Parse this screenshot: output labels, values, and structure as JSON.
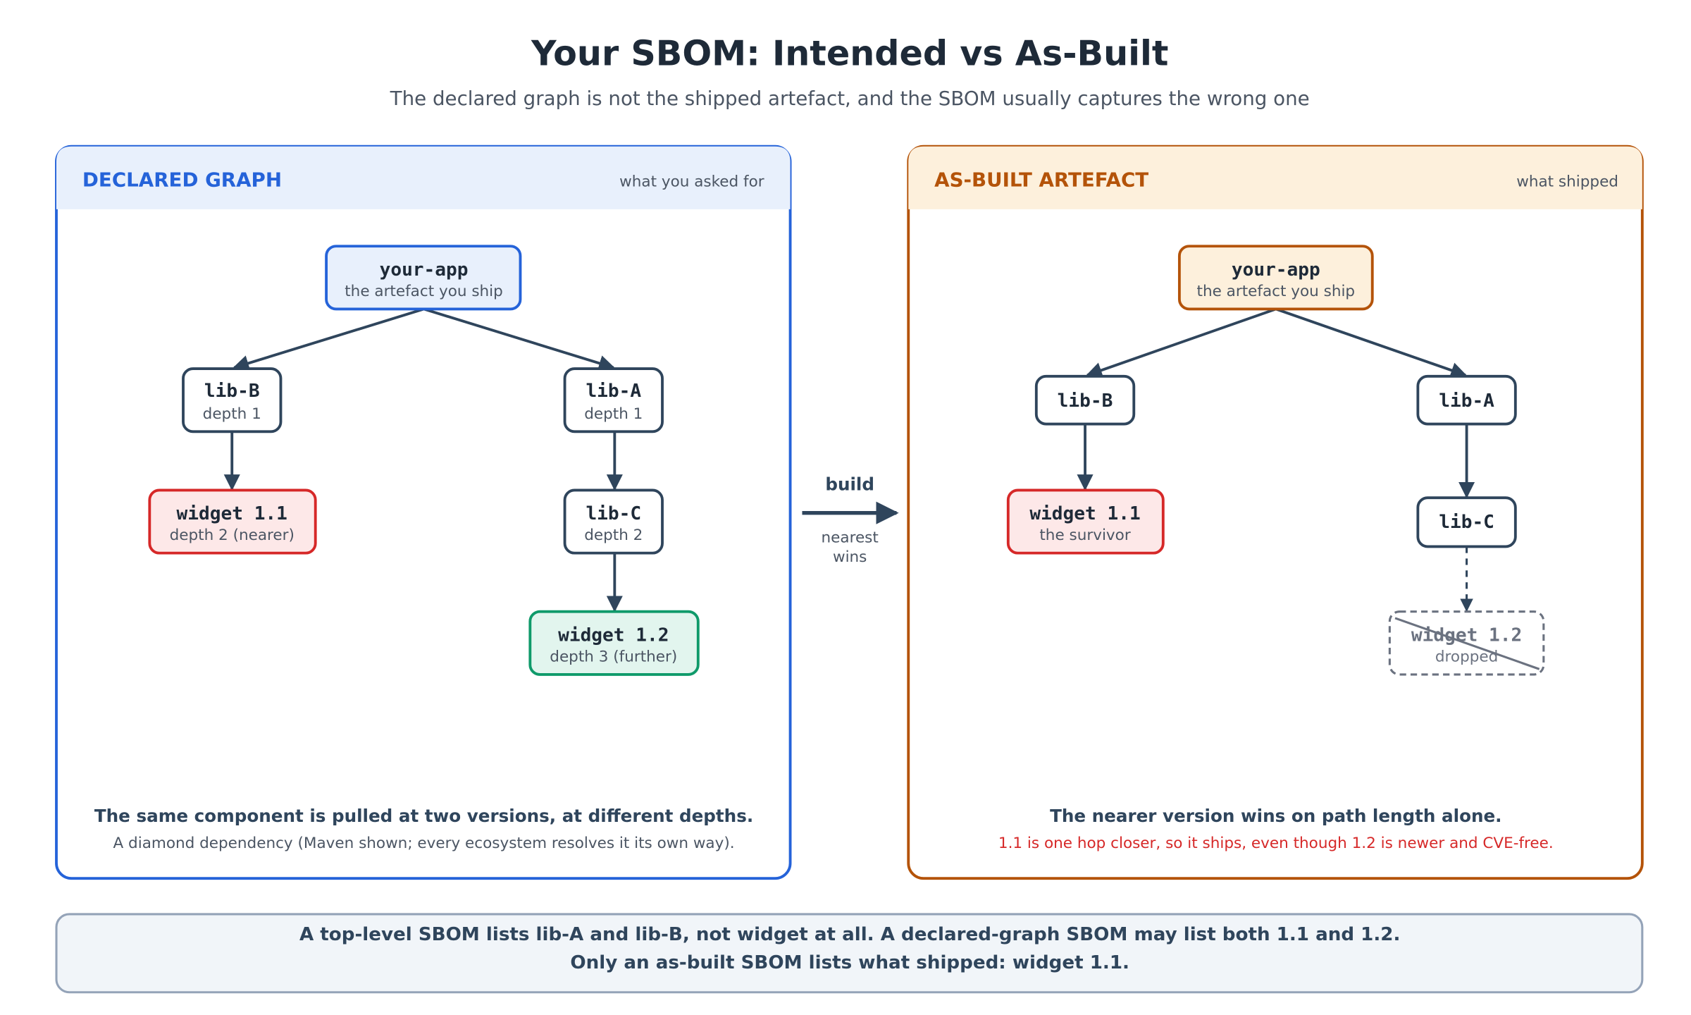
{
  "title": "Your SBOM: Intended vs As-Built",
  "subtitle": "The declared graph is not the shipped artefact, and the SBOM usually captures the wrong one",
  "left": {
    "heading": "DECLARED GRAPH",
    "tag": "what you asked for",
    "nodes": {
      "app": {
        "name": "your-app",
        "sub": "the artefact you ship"
      },
      "libB": {
        "name": "lib-B",
        "sub": "depth 1"
      },
      "libA": {
        "name": "lib-A",
        "sub": "depth 1"
      },
      "w11": {
        "name": "widget 1.1",
        "sub": "depth 2 (nearer)"
      },
      "libC": {
        "name": "lib-C",
        "sub": "depth 2"
      },
      "w12": {
        "name": "widget 1.2",
        "sub": "depth 3 (further)"
      }
    },
    "caption_bold": "The same component is pulled at two versions, at different depths.",
    "caption": "A diamond dependency (Maven shown; every ecosystem resolves it its own way)."
  },
  "middle": {
    "label": "build",
    "sub1": "nearest",
    "sub2": "wins"
  },
  "right": {
    "heading": "AS-BUILT ARTEFACT",
    "tag": "what shipped",
    "nodes": {
      "app": {
        "name": "your-app",
        "sub": "the artefact you ship"
      },
      "libB": {
        "name": "lib-B"
      },
      "libA": {
        "name": "lib-A"
      },
      "w11": {
        "name": "widget 1.1",
        "sub": "the survivor"
      },
      "libC": {
        "name": "lib-C"
      },
      "w12": {
        "name": "widget 1.2",
        "sub": "dropped"
      }
    },
    "caption_bold": "The nearer version wins on path length alone.",
    "caption": "1.1 is one hop closer, so it ships, even though 1.2 is newer and CVE-free."
  },
  "footer": {
    "line1": "A top-level SBOM lists lib-A and lib-B, not widget at all. A declared-graph SBOM may list both 1.1 and 1.2.",
    "line2": "Only an as-built SBOM lists what shipped: widget 1.1."
  },
  "colors": {
    "blue": "#2563d9",
    "blue_fill": "#e8f0fc",
    "orange": "#b45309",
    "orange_fill": "#fdf0dc",
    "red": "#d62828",
    "red_fill": "#fde8e8",
    "green": "#0f9a6a",
    "green_fill": "#e2f5ee",
    "ink": "#2f455c",
    "muted": "#6b7280"
  }
}
